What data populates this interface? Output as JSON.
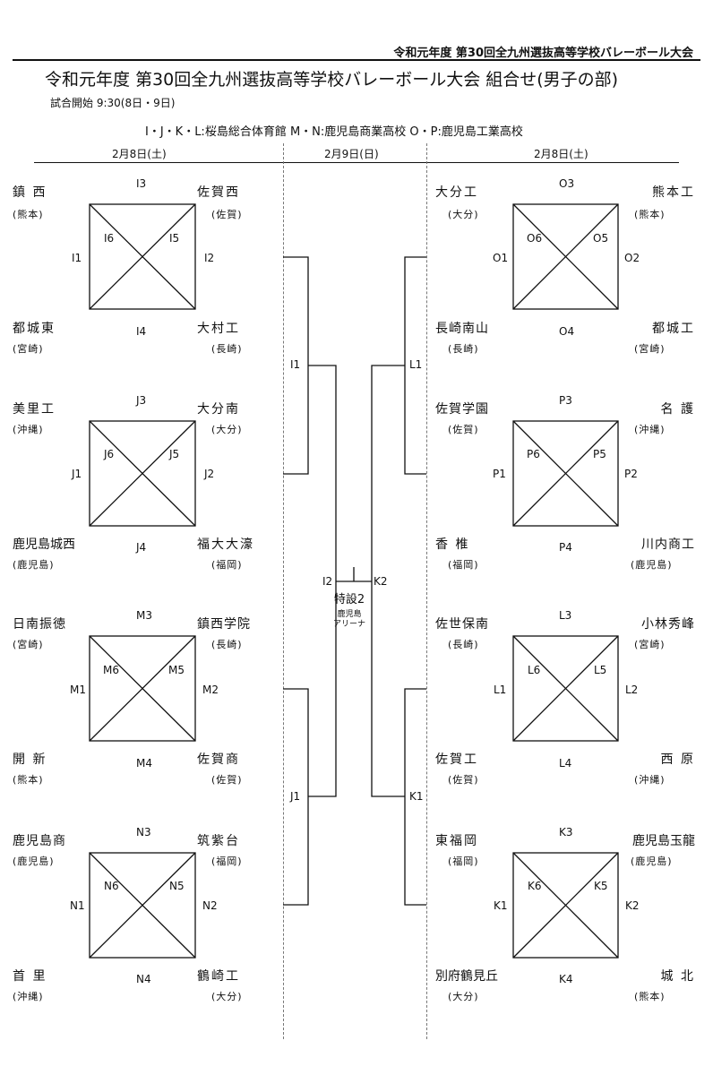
{
  "header": {
    "top_title": "令和元年度 第30回全九州選抜高等学校バレーボール大会",
    "main_title": "令和元年度 第30回全九州選抜高等学校バレーボール大会 組合せ(男子の部)",
    "start_time": "試合開始 9:30(8日・9日)",
    "venues": "I・J・K・L:桜島総合体育館 M・N:鹿児島商業高校 O・P:鹿児島工業高校"
  },
  "dates": {
    "left": "2月8日(土)",
    "center": "2月9日(日)",
    "right": "2月8日(土)"
  },
  "left_groups": [
    {
      "id": "I",
      "tl": {
        "name": "鎮 西",
        "pref": "(熊本)"
      },
      "tr": {
        "name": "佐賀西",
        "pref": "(佐賀)"
      },
      "bl": {
        "name": "都城東",
        "pref": "(宮崎)"
      },
      "br": {
        "name": "大村工",
        "pref": "(長崎)"
      },
      "labels": {
        "top": "I3",
        "bottom": "I4",
        "left": "I1",
        "right": "I2",
        "diagL": "I6",
        "diagR": "I5"
      }
    },
    {
      "id": "J",
      "tl": {
        "name": "美里工",
        "pref": "(沖縄)"
      },
      "tr": {
        "name": "大分南",
        "pref": "(大分)"
      },
      "bl": {
        "name": "鹿児島城西",
        "pref": "(鹿児島)"
      },
      "br": {
        "name": "福大大濠",
        "pref": "(福岡)"
      },
      "labels": {
        "top": "J3",
        "bottom": "J4",
        "left": "J1",
        "right": "J2",
        "diagL": "J6",
        "diagR": "J5"
      }
    },
    {
      "id": "M",
      "tl": {
        "name": "日南振徳",
        "pref": "(宮崎)"
      },
      "tr": {
        "name": "鎮西学院",
        "pref": "(長崎)"
      },
      "bl": {
        "name": "開 新",
        "pref": "(熊本)"
      },
      "br": {
        "name": "佐賀商",
        "pref": "(佐賀)"
      },
      "labels": {
        "top": "M3",
        "bottom": "M4",
        "left": "M1",
        "right": "M2",
        "diagL": "M6",
        "diagR": "M5"
      }
    },
    {
      "id": "N",
      "tl": {
        "name": "鹿児島商",
        "pref": "(鹿児島)"
      },
      "tr": {
        "name": "筑紫台",
        "pref": "(福岡)"
      },
      "bl": {
        "name": "首 里",
        "pref": "(沖縄)"
      },
      "br": {
        "name": "鶴崎工",
        "pref": "(大分)"
      },
      "labels": {
        "top": "N3",
        "bottom": "N4",
        "left": "N1",
        "right": "N2",
        "diagL": "N6",
        "diagR": "N5"
      }
    }
  ],
  "right_groups": [
    {
      "id": "O",
      "tl": {
        "name": "大分工",
        "pref": "(大分)"
      },
      "tr": {
        "name": "熊本工",
        "pref": "(熊本)"
      },
      "bl": {
        "name": "長崎南山",
        "pref": "(長崎)"
      },
      "br": {
        "name": "都城工",
        "pref": "(宮崎)"
      },
      "labels": {
        "top": "O3",
        "bottom": "O4",
        "left": "O1",
        "right": "O2",
        "diagL": "O6",
        "diagR": "O5"
      }
    },
    {
      "id": "P",
      "tl": {
        "name": "佐賀学園",
        "pref": "(佐賀)"
      },
      "tr": {
        "name": "名 護",
        "pref": "(沖縄)"
      },
      "bl": {
        "name": "香 椎",
        "pref": "(福岡)"
      },
      "br": {
        "name": "川内商工",
        "pref": "(鹿児島)"
      },
      "labels": {
        "top": "P3",
        "bottom": "P4",
        "left": "P1",
        "right": "P2",
        "diagL": "P6",
        "diagR": "P5"
      }
    },
    {
      "id": "L",
      "tl": {
        "name": "佐世保南",
        "pref": "(長崎)"
      },
      "tr": {
        "name": "小林秀峰",
        "pref": "(宮崎)"
      },
      "bl": {
        "name": "佐賀工",
        "pref": "(佐賀)"
      },
      "br": {
        "name": "西 原",
        "pref": "(沖縄)"
      },
      "labels": {
        "top": "L3",
        "bottom": "L4",
        "left": "L1",
        "right": "L2",
        "diagL": "L6",
        "diagR": "L5"
      }
    },
    {
      "id": "K",
      "tl": {
        "name": "東福岡",
        "pref": "(福岡)"
      },
      "tr": {
        "name": "鹿児島玉龍",
        "pref": "(鹿児島)"
      },
      "bl": {
        "name": "別府鶴見丘",
        "pref": "(大分)"
      },
      "br": {
        "name": "城 北",
        "pref": "(熊本)"
      },
      "labels": {
        "top": "K3",
        "bottom": "K4",
        "left": "K1",
        "right": "K2",
        "diagL": "K6",
        "diagR": "K5"
      }
    }
  ],
  "bracket": {
    "left_semi_top": "I1",
    "left_semi_bottom": "J1",
    "right_semi_top": "L1",
    "right_semi_bottom": "K1",
    "final_left": "I2",
    "final_right": "K2",
    "final_venue": "特設2",
    "final_venue_sub1": "鹿児島",
    "final_venue_sub2": "アリーナ"
  }
}
